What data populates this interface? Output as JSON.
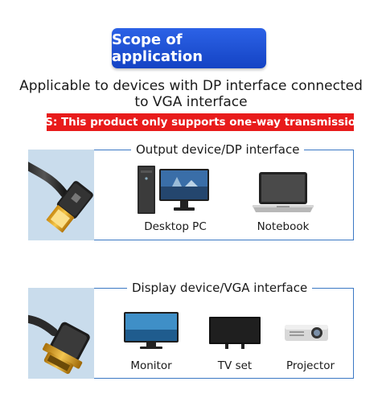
{
  "header": {
    "title": "Scope of application",
    "line1": "Applicable to devices with DP interface connected",
    "line2": "to VGA interface",
    "ps_note": "PS: This product only supports one-way transmission"
  },
  "sections": [
    {
      "title": "Output device/DP interface",
      "cable_icon": "displayport-plug-icon",
      "devices": [
        {
          "label": "Desktop PC",
          "icon": "desktop-pc-icon"
        },
        {
          "label": "Notebook",
          "icon": "laptop-icon"
        }
      ]
    },
    {
      "title": "Display device/VGA interface",
      "cable_icon": "vga-plug-icon",
      "devices": [
        {
          "label": "Monitor",
          "icon": "monitor-icon"
        },
        {
          "label": "TV set",
          "icon": "tv-icon"
        },
        {
          "label": "Projector",
          "icon": "projector-icon"
        }
      ]
    }
  ],
  "colors": {
    "title_blue": "#1c4fd6",
    "ps_red": "#e81b1b",
    "frame_blue": "#3b78c4",
    "cable_bg": "#c9dcec"
  }
}
